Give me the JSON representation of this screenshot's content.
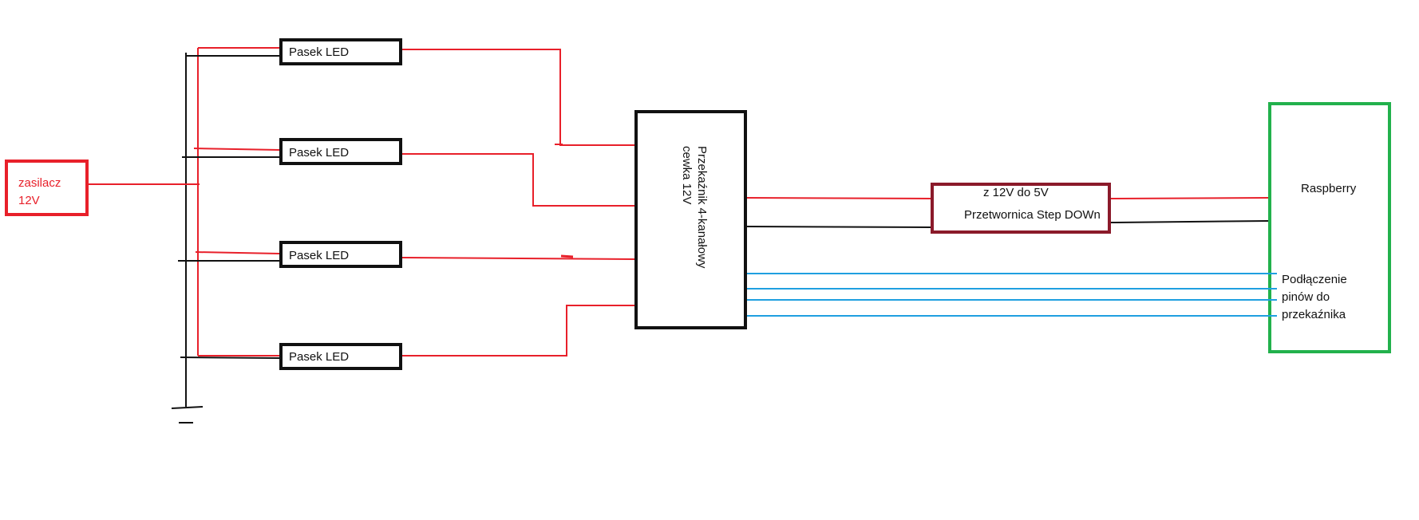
{
  "colors": {
    "positive_wire": "#e8202a",
    "ground_wire": "#111111",
    "signal_wire": "#1f9fe0",
    "power_supply_border": "#e8202a",
    "converter_border": "#8b1a2a",
    "raspberry_border": "#22b14c",
    "box_border": "#111111"
  },
  "power_supply": {
    "line1": "zasilacz",
    "line2": "12V"
  },
  "led_strips": [
    {
      "label": "Pasek LED"
    },
    {
      "label": "Pasek LED"
    },
    {
      "label": "Pasek LED"
    },
    {
      "label": "Pasek LED"
    }
  ],
  "relay": {
    "line1": "Przekaźnik 4-kanałowy",
    "line2": "cewka 12V"
  },
  "converter": {
    "line1": "z 12V do 5V",
    "line2": "Przetwornica Step DOWn"
  },
  "raspberry": {
    "title": "Raspberry",
    "pins_line1": "Podłączenie",
    "pins_line2": "pinów do",
    "pins_line3": "przekaźnika"
  }
}
